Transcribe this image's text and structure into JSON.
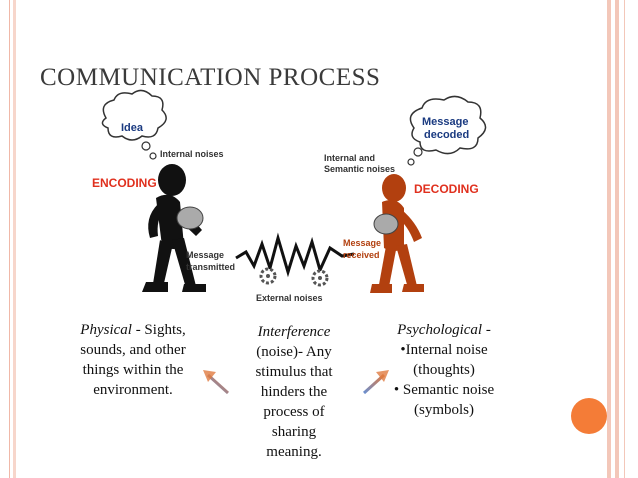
{
  "title": "COMMUNICATION PROCESS",
  "diagram": {
    "idea": "Idea",
    "internal_noises": "Internal noises",
    "encoding": "ENCODING",
    "message_decoded": [
      "Message",
      "decoded"
    ],
    "internal_semantic_noises": [
      "Internal and",
      "Semantic noises"
    ],
    "decoding": "DECODING",
    "message_transmitted": [
      "Message",
      "transmitted"
    ],
    "message_received": [
      "Message",
      "received"
    ],
    "external_noises": "External noises"
  },
  "left": {
    "term": "Physical",
    "lines": [
      " - Sights,",
      "sounds, and other",
      "things within the",
      "environment."
    ]
  },
  "middle": {
    "term": "Interference",
    "lines": [
      "(noise)- Any",
      "stimulus that",
      "hinders the",
      "process of",
      "sharing",
      "meaning."
    ]
  },
  "right": {
    "term": "Psychological",
    "term_suffix": " -",
    "lines": [
      "•Internal noise",
      "(thoughts)",
      "• Semantic noise",
      "(symbols)"
    ]
  },
  "colors": {
    "accent": "#f47c37",
    "encoding": "#e0301e",
    "speaker": "#111111",
    "listener": "#b2400f"
  }
}
